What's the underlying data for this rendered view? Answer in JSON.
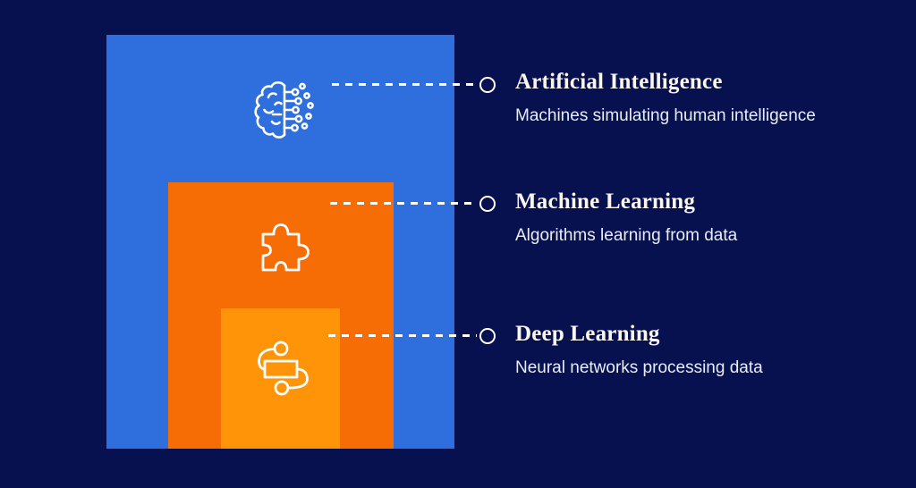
{
  "diagram": {
    "name": "AI / Machine Learning / Deep Learning nested diagram",
    "items": [
      {
        "id": "artificial-intelligence",
        "title": "Artificial Intelligence",
        "description": "Machines simulating human intelligence",
        "icon": "brain-circuit-icon",
        "box_color": "#2e6edd"
      },
      {
        "id": "machine-learning",
        "title": "Machine Learning",
        "description": "Algorithms learning from data",
        "icon": "puzzle-piece-icon",
        "box_color": "#f76d05"
      },
      {
        "id": "deep-learning",
        "title": "Deep Learning",
        "description": "Neural networks processing data",
        "icon": "flowchart-icon",
        "box_color": "#ff9408"
      }
    ],
    "colors": {
      "background": "#071150",
      "line_and_icon": "#ffffff",
      "title_text": "#faf6ee",
      "description_text": "#e9edf8"
    }
  }
}
